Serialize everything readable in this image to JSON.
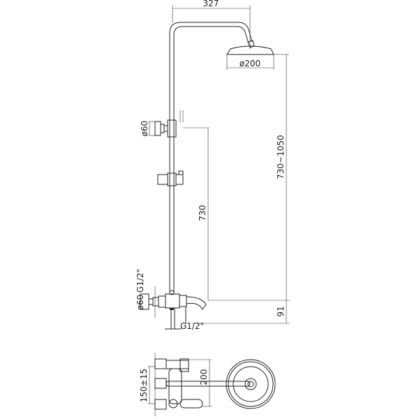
{
  "dimensions": {
    "arm_reach": "327",
    "head_diameter": "ø200",
    "height_range": "730~1050",
    "bar_length": "730",
    "bracket_diameter": "ø60",
    "mixer_plate_diameter": "ø60",
    "inlet_thread": "G1/2\"",
    "outlet_thread": "G1/2\"",
    "spout_height": "91",
    "inlet_spacing": "150±15",
    "projection": "200"
  },
  "colors": {
    "line": "#222222",
    "background": "#ffffff"
  }
}
